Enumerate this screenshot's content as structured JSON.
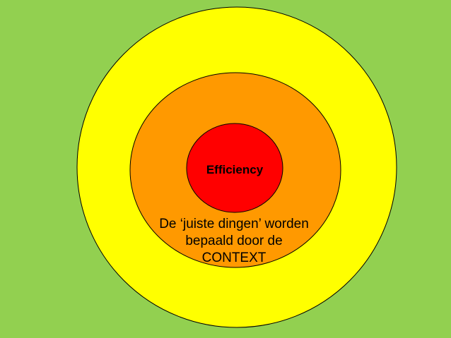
{
  "colors": {
    "background": "#92D050",
    "outer_ring": "#FFFF00",
    "middle_ring": "#FF9900",
    "inner_circle": "#FF0000",
    "outline": "#000000"
  },
  "diagram": {
    "inner_label": "Efficiency",
    "middle_label_lines": [
      "De ‘juiste dingen’ worden",
      "bepaald door de",
      "CONTEXT"
    ]
  }
}
